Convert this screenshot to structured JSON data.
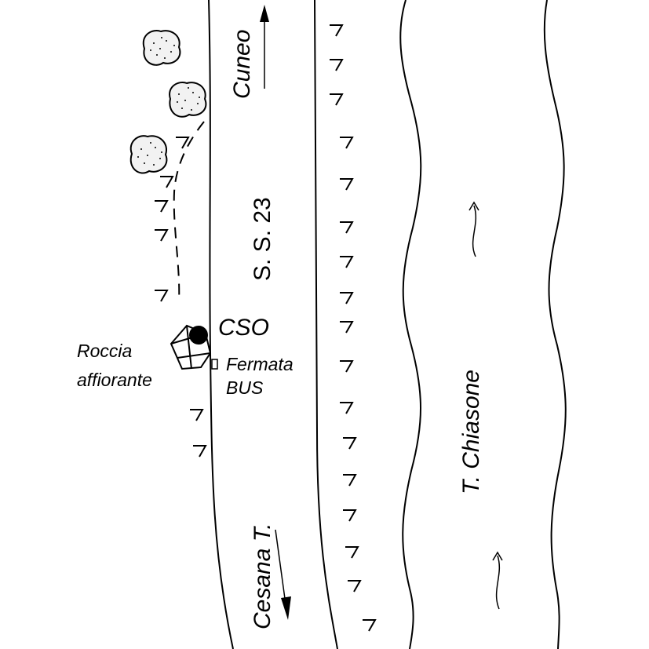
{
  "map": {
    "road_name": "S. S. 23",
    "direction_north": "Cuneo",
    "direction_south": "Cesana T.",
    "river_name": "T. Chiasone",
    "station_code": "CSO",
    "rock_label_line1": "Roccia",
    "rock_label_line2": "affiorante",
    "bus_stop_line1": "Fermata",
    "bus_stop_line2": "BUS"
  },
  "legend_symbols": {
    "tree": "tree-icon",
    "rock_outcrop": "rock-outcrop-icon",
    "station": "filled-circle-icon",
    "bus_stop": "small-square-icon",
    "slope_tick": "seven-shaped-slope-mark",
    "flow_arrow": "curved-arrow-icon"
  },
  "colors": {
    "ink": "#000000",
    "background": "#ffffff",
    "tree_fill": "#f2f2f2"
  }
}
